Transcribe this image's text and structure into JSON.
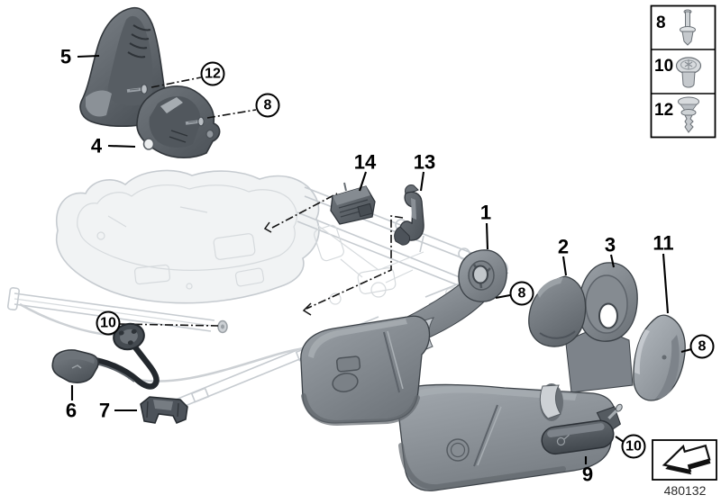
{
  "figure": {
    "type": "exploded-parts-diagram",
    "callouts": {
      "plain": [
        {
          "id": "5"
        },
        {
          "id": "4"
        },
        {
          "id": "14"
        },
        {
          "id": "13"
        },
        {
          "id": "1"
        },
        {
          "id": "2"
        },
        {
          "id": "3"
        },
        {
          "id": "11"
        },
        {
          "id": "6"
        },
        {
          "id": "7"
        },
        {
          "id": "9"
        }
      ],
      "circled": [
        {
          "id": "12"
        },
        {
          "id": "8"
        },
        {
          "id": "8"
        },
        {
          "id": "8"
        },
        {
          "id": "10"
        },
        {
          "id": "10"
        }
      ]
    },
    "fastener_legend": [
      {
        "id": "8",
        "icon": "expansion-rivet-icon"
      },
      {
        "id": "10",
        "icon": "pan-head-screw-icon"
      },
      {
        "id": "12",
        "icon": "expanding-rivet-icon"
      }
    ],
    "footnote": {
      "icon": "direction-arrow-icon",
      "code": "480132"
    },
    "colors": {
      "outline": "#000000",
      "part_gray": "#8a9096",
      "part_dark": "#51575d",
      "ghost_gray": "#c6cbd0",
      "background": "#ffffff"
    }
  }
}
